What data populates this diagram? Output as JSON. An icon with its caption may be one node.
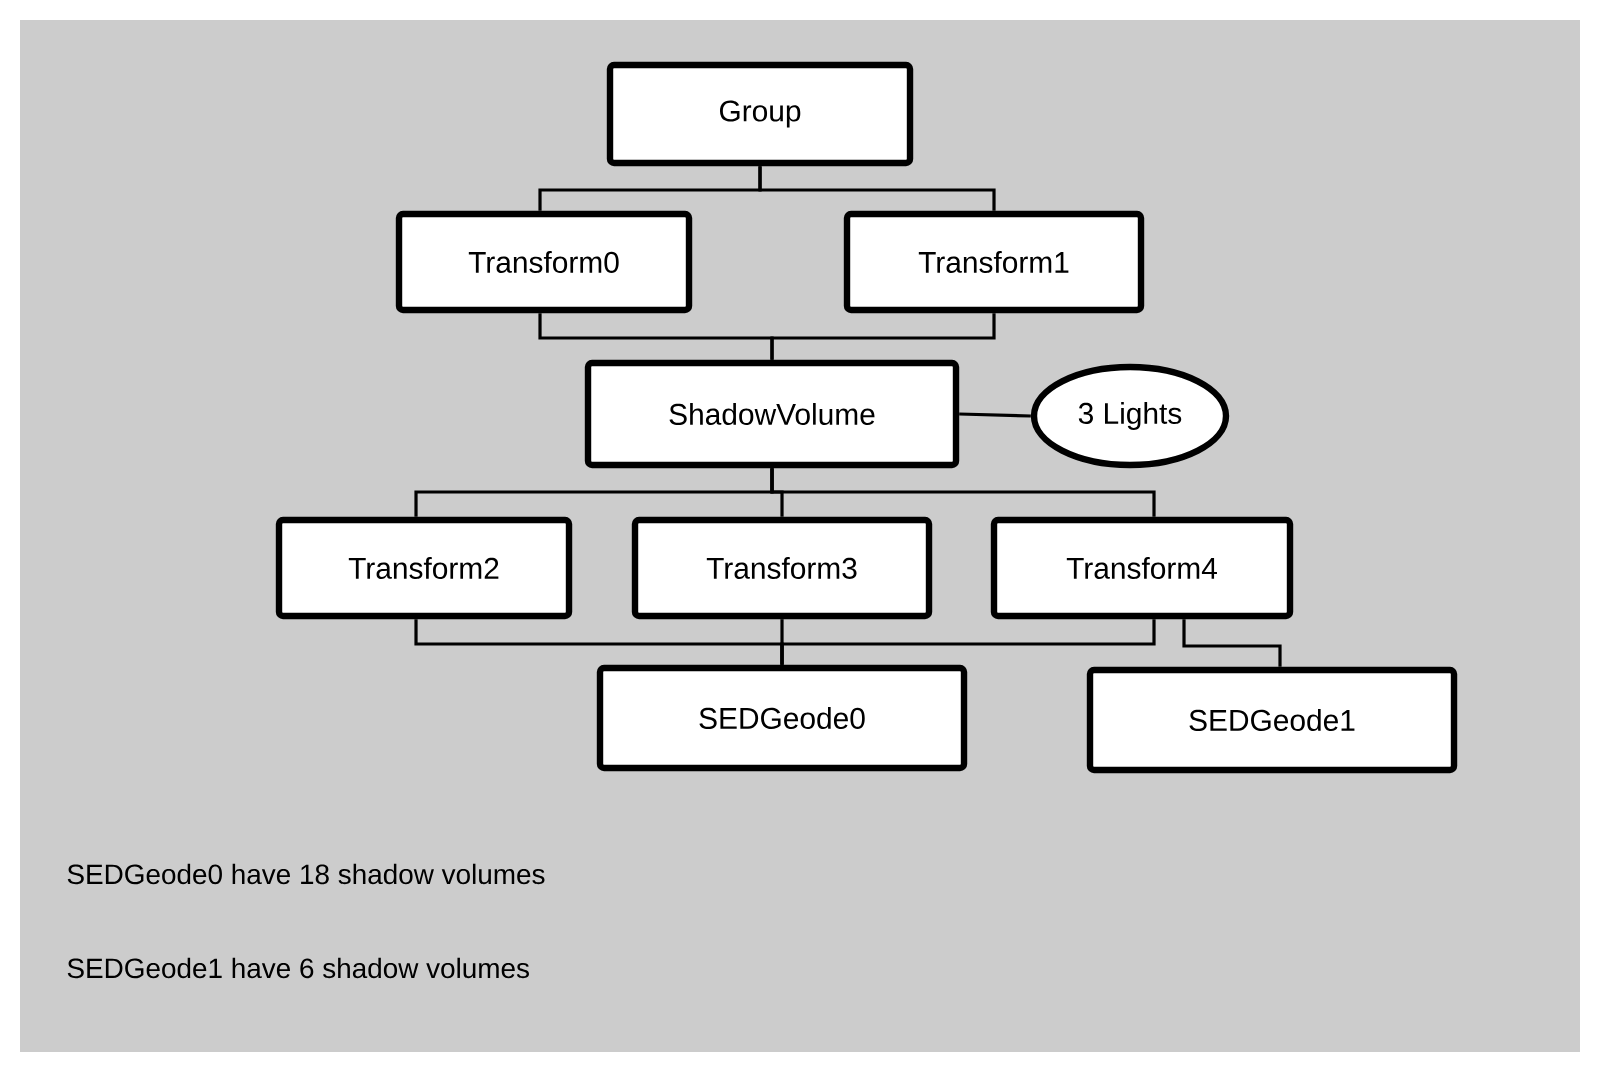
{
  "diagram": {
    "nodes": [
      {
        "text": [
          "Group"
        ]
      },
      {
        "text": [
          "Transform0"
        ]
      },
      {
        "text": [
          "Transform1"
        ]
      },
      {
        "text": [
          "ShadowVolume"
        ]
      },
      {
        "text": [
          "3 Lights"
        ]
      },
      {
        "text": [
          "Transform2"
        ]
      },
      {
        "text": [
          "Transform3"
        ]
      },
      {
        "text": [
          "Transform4"
        ]
      },
      {
        "text": [
          "SEDGeode0"
        ]
      },
      {
        "text": [
          "SEDGeode1"
        ]
      }
    ],
    "edges": [
      {
        "from": 0,
        "to": 1,
        "arrow": "none"
      },
      {
        "from": 0,
        "to": 2,
        "arrow": "none"
      },
      {
        "from": 1,
        "to": 3,
        "arrow": "none"
      },
      {
        "from": 2,
        "to": 3,
        "arrow": "none"
      },
      {
        "from": 3,
        "to": 4,
        "arrow": "none"
      },
      {
        "from": 3,
        "to": 5,
        "arrow": "none"
      },
      {
        "from": 3,
        "to": 6,
        "arrow": "none"
      },
      {
        "from": 3,
        "to": 7,
        "arrow": "none"
      },
      {
        "from": 5,
        "to": 8,
        "arrow": "none"
      },
      {
        "from": 6,
        "to": 8,
        "arrow": "none"
      },
      {
        "from": 7,
        "to": 8,
        "arrow": "none"
      },
      {
        "from": 7,
        "to": 9,
        "arrow": "none"
      }
    ],
    "labels": [
      "SEDGeode0 have 18 shadow volumes",
      "SEDGeode1 have 6 shadow volumes"
    ]
  }
}
